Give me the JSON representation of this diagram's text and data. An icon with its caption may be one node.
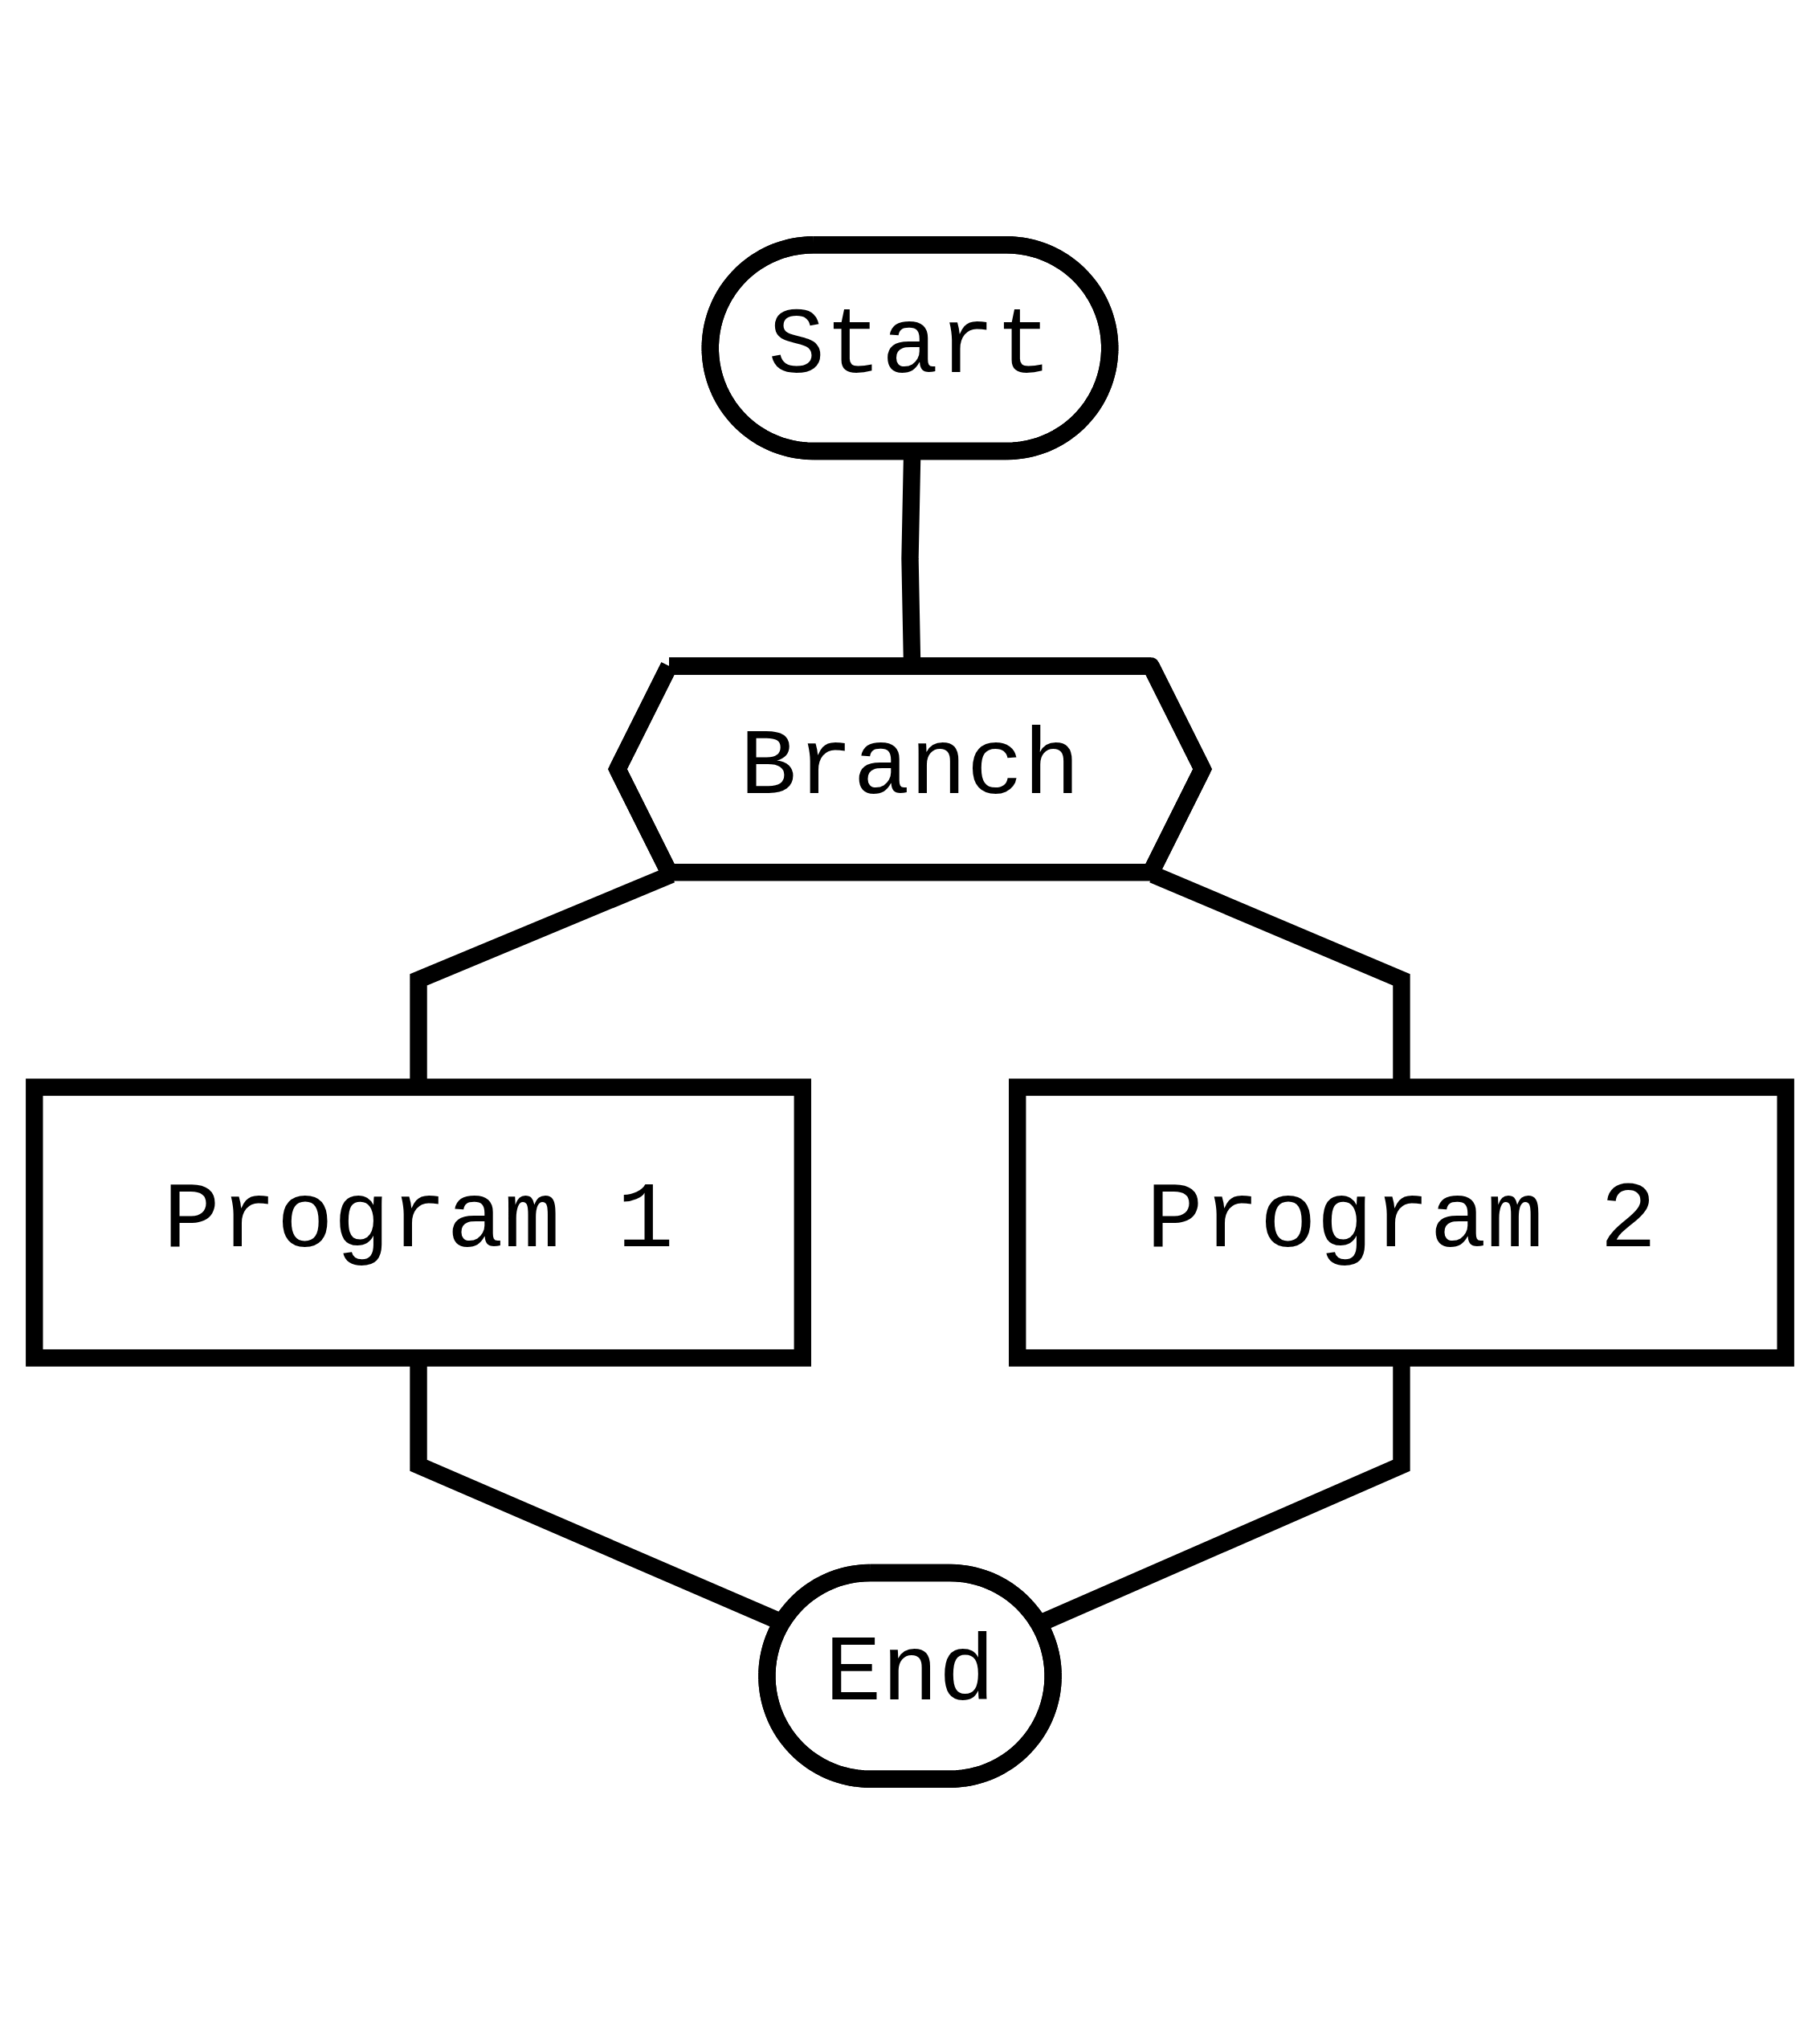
{
  "diagram": {
    "nodes": [
      {
        "text": [
          "Start"
        ]
      },
      {
        "text": [
          "Branch"
        ]
      },
      {
        "text": [
          "Program 1"
        ]
      },
      {
        "text": [
          "Program 2"
        ]
      },
      {
        "text": [
          "End"
        ]
      }
    ],
    "edges": [
      {
        "from": 0,
        "to": 1,
        "arrow": "none"
      },
      {
        "from": 1,
        "to": 2,
        "arrow": "none"
      },
      {
        "from": 1,
        "to": 3,
        "arrow": "none"
      },
      {
        "from": 2,
        "to": 4,
        "arrow": "none"
      },
      {
        "from": 3,
        "to": 4,
        "arrow": "none"
      }
    ]
  }
}
